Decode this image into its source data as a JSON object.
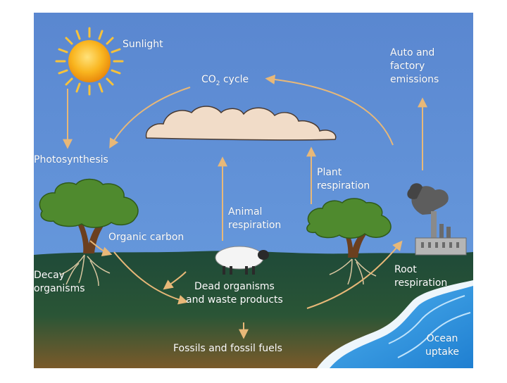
{
  "diagram": {
    "labels": {
      "sunlight": "Sunlight",
      "co2_prefix": "CO",
      "co2_sub": "2",
      "co2_suffix": " cycle",
      "emissions_line1": "Auto and",
      "emissions_line2": "factory",
      "emissions_line3": "emissions",
      "photosynthesis": "Photosynthesis",
      "plant_resp_line1": "Plant",
      "plant_resp_line2": "respiration",
      "animal_resp_line1": "Animal",
      "animal_resp_line2": "respiration",
      "organic_carbon": "Organic carbon",
      "decay_line1": "Decay",
      "decay_line2": "organisms",
      "dead_line1": "Dead organisms",
      "dead_line2": "and waste products",
      "root_line1": "Root",
      "root_line2": "respiration",
      "fossils": "Fossils and fossil fuels",
      "ocean_line1": "Ocean",
      "ocean_line2": "uptake"
    },
    "colors": {
      "sky": "#5b8fd3",
      "ground": "#1f4d3a",
      "arrow": "#e8b878",
      "sun": "#f7b21c",
      "water": "#2a8ed9",
      "foliage": "#4f8a2e",
      "cloud": "#f1dcc8"
    },
    "icons": [
      "sun-icon",
      "cloud-icon",
      "tree-icon",
      "sheep-icon",
      "factory-icon",
      "ocean-icon"
    ]
  }
}
